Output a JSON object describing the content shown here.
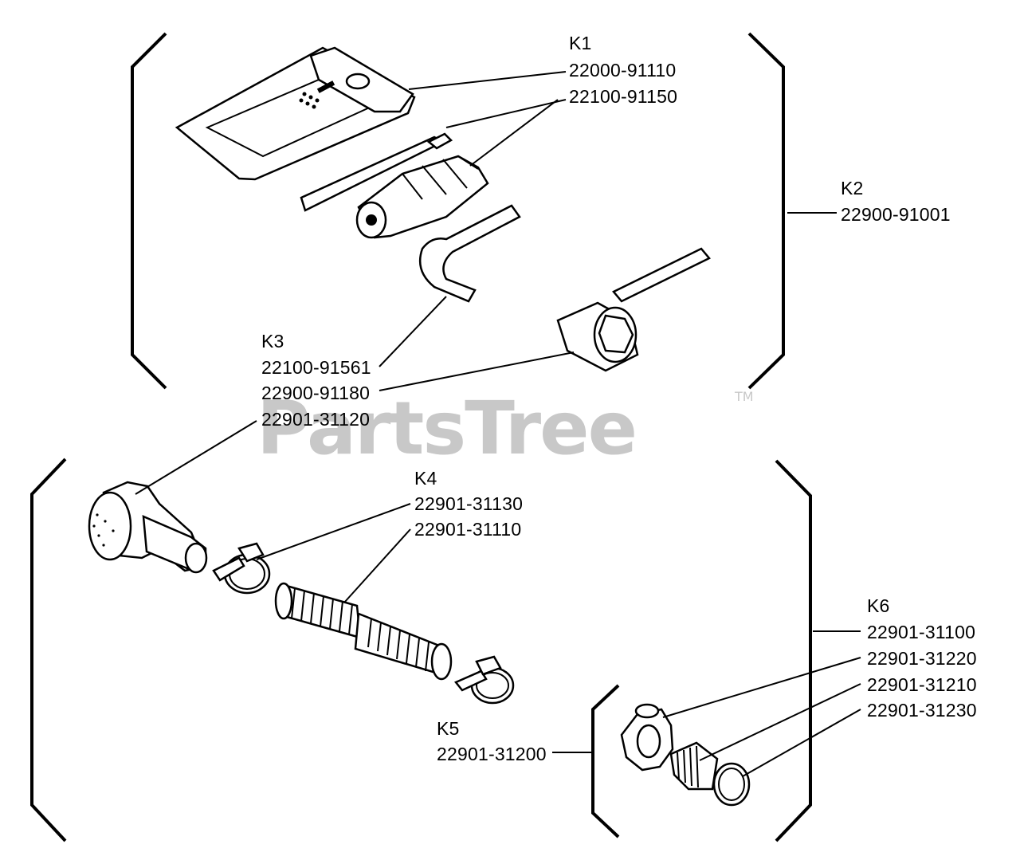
{
  "watermark": {
    "text": "PartsTree",
    "trademark": "TM"
  },
  "groups": {
    "k1": {
      "key": "K1",
      "parts": [
        "22000-91110",
        "22100-91150"
      ]
    },
    "k2": {
      "key": "K2",
      "parts": [
        "22900-91001"
      ]
    },
    "k3": {
      "key": "K3",
      "parts": [
        "22100-91561",
        "22900-91180",
        "22901-31120"
      ]
    },
    "k4": {
      "key": "K4",
      "parts": [
        "22901-31130",
        "22901-31110"
      ]
    },
    "k5": {
      "key": "K5",
      "parts": [
        "22901-31200"
      ]
    },
    "k6": {
      "key": "K6",
      "parts": [
        "22901-31100",
        "22901-31220",
        "22901-31210",
        "22901-31230"
      ]
    }
  }
}
